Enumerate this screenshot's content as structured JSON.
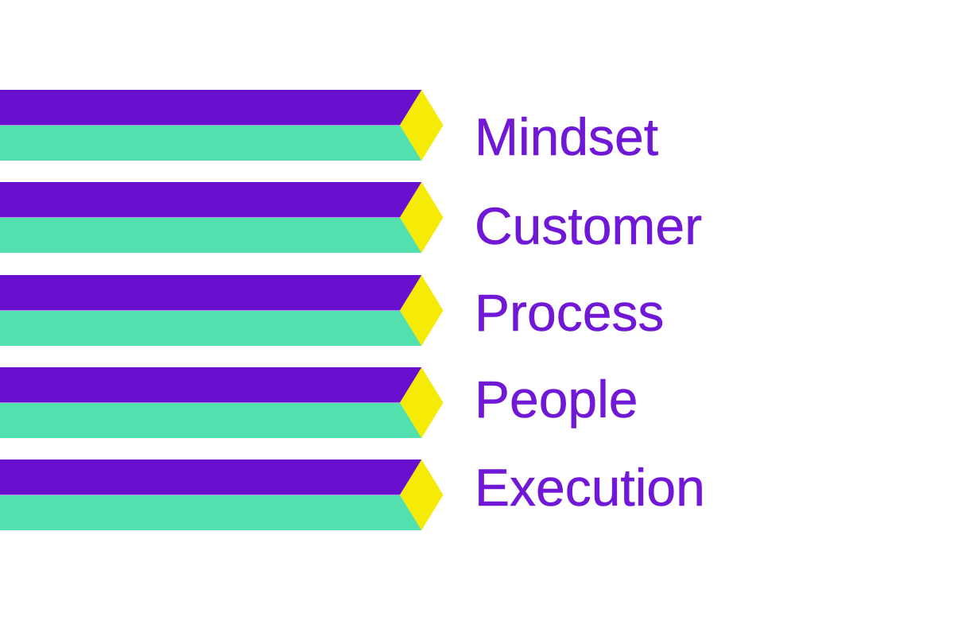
{
  "figure": {
    "items": [
      {
        "label": "Mindset"
      },
      {
        "label": "Customer"
      },
      {
        "label": "Process"
      },
      {
        "label": "People"
      },
      {
        "label": "Execution"
      }
    ],
    "colors": {
      "background": "#FFFFFF",
      "stripe_top": "#6810CE",
      "stripe_bottom": "#53E0AF",
      "diamond": "#F6EA07",
      "label_text": "#7018D6"
    }
  }
}
